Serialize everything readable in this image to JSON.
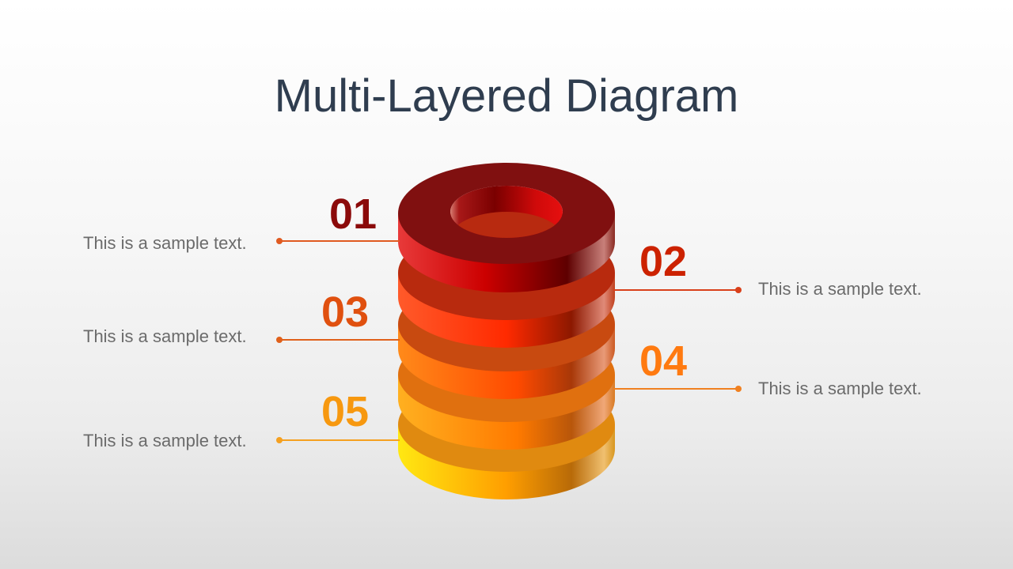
{
  "title": "Multi-Layered Diagram",
  "layers": [
    {
      "number": "01",
      "text": "This is a sample text.",
      "color": "#8b0a0a",
      "line_color": "#e05a20",
      "side": "left"
    },
    {
      "number": "02",
      "text": "This is a sample text.",
      "color": "#cc2200",
      "line_color": "#d9401a",
      "side": "right"
    },
    {
      "number": "03",
      "text": "This is a sample text.",
      "color": "#e0500f",
      "line_color": "#e0601a",
      "side": "left"
    },
    {
      "number": "04",
      "text": "This is a sample text.",
      "color": "#ff7a10",
      "line_color": "#f08020",
      "side": "right"
    },
    {
      "number": "05",
      "text": "This is a sample text.",
      "color": "#f7980f",
      "line_color": "#f5a020",
      "side": "left"
    }
  ]
}
